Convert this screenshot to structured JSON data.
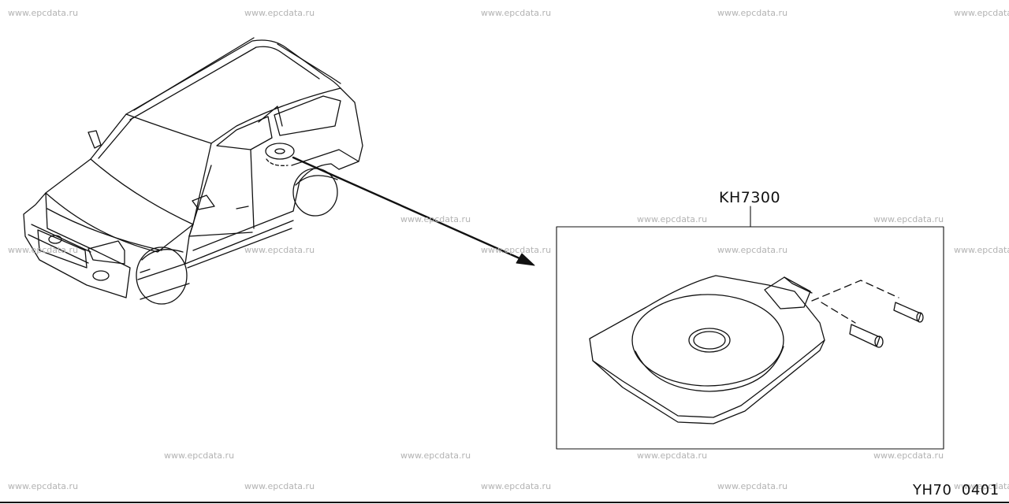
{
  "watermark": "www.epcdata.ru",
  "part_number": "KH7300",
  "diagram_code": "YH70  0401"
}
